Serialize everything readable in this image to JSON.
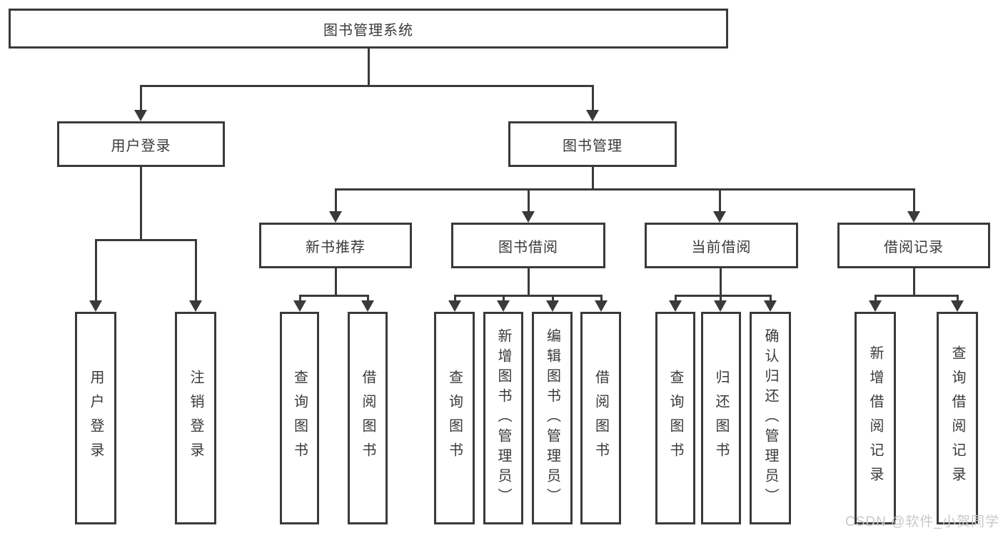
{
  "tree": {
    "root": "图书管理系统",
    "branches": [
      {
        "label": "用户登录",
        "children": [
          "用户登录",
          "注销登录"
        ]
      },
      {
        "label": "图书管理",
        "modules": [
          {
            "label": "新书推荐",
            "children": [
              "查询图书",
              "借阅图书"
            ]
          },
          {
            "label": "图书借阅",
            "children": [
              "查询图书",
              "新增图书（管理员）",
              "编辑图书（管理员）",
              "借阅图书"
            ]
          },
          {
            "label": "当前借阅",
            "children": [
              "查询图书",
              "归还图书",
              "确认归还（管理员）"
            ]
          },
          {
            "label": "借阅记录",
            "children": [
              "新增借阅记录",
              "查询借阅记录"
            ]
          }
        ]
      }
    ]
  },
  "watermark": "CSDN @软件_小贺同学",
  "colors": {
    "line": "#3a3a3a",
    "text": "#3a3a3a",
    "background": "#ffffff",
    "watermark_text": "#c8c8c8"
  }
}
